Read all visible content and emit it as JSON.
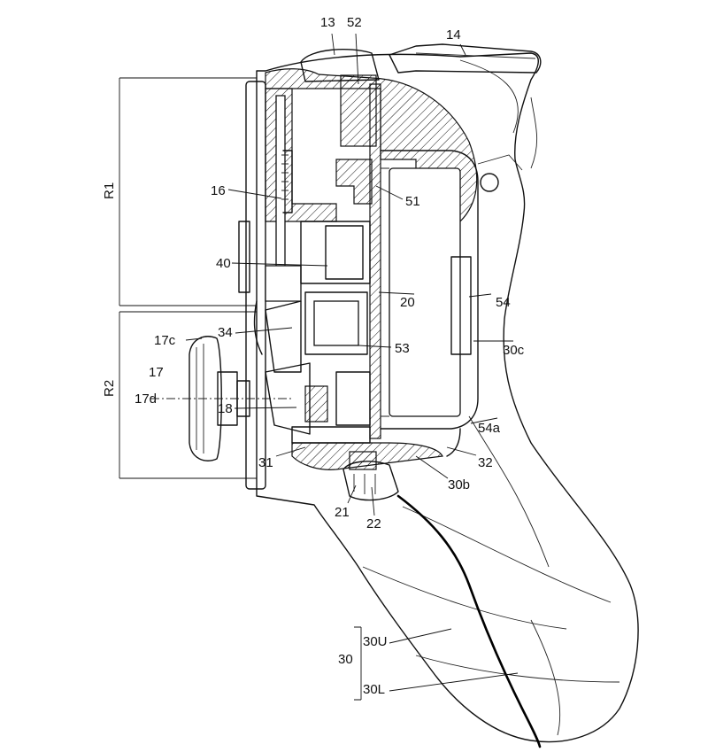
{
  "labels": {
    "l13": "13",
    "l52": "52",
    "l14": "14",
    "lR1": "R1",
    "l16": "16",
    "l51": "51",
    "l40": "40",
    "l20": "20",
    "l54": "54",
    "l17c": "17c",
    "l34": "34",
    "l30c": "30c",
    "l53": "53",
    "l17": "17",
    "l17d": "17d",
    "lR2": "R2",
    "l18": "18",
    "l54a": "54a",
    "l31": "31",
    "l32": "32",
    "l30b": "30b",
    "l21": "21",
    "l22": "22",
    "l30": "30",
    "l30U": "30U",
    "l30L": "30L"
  }
}
